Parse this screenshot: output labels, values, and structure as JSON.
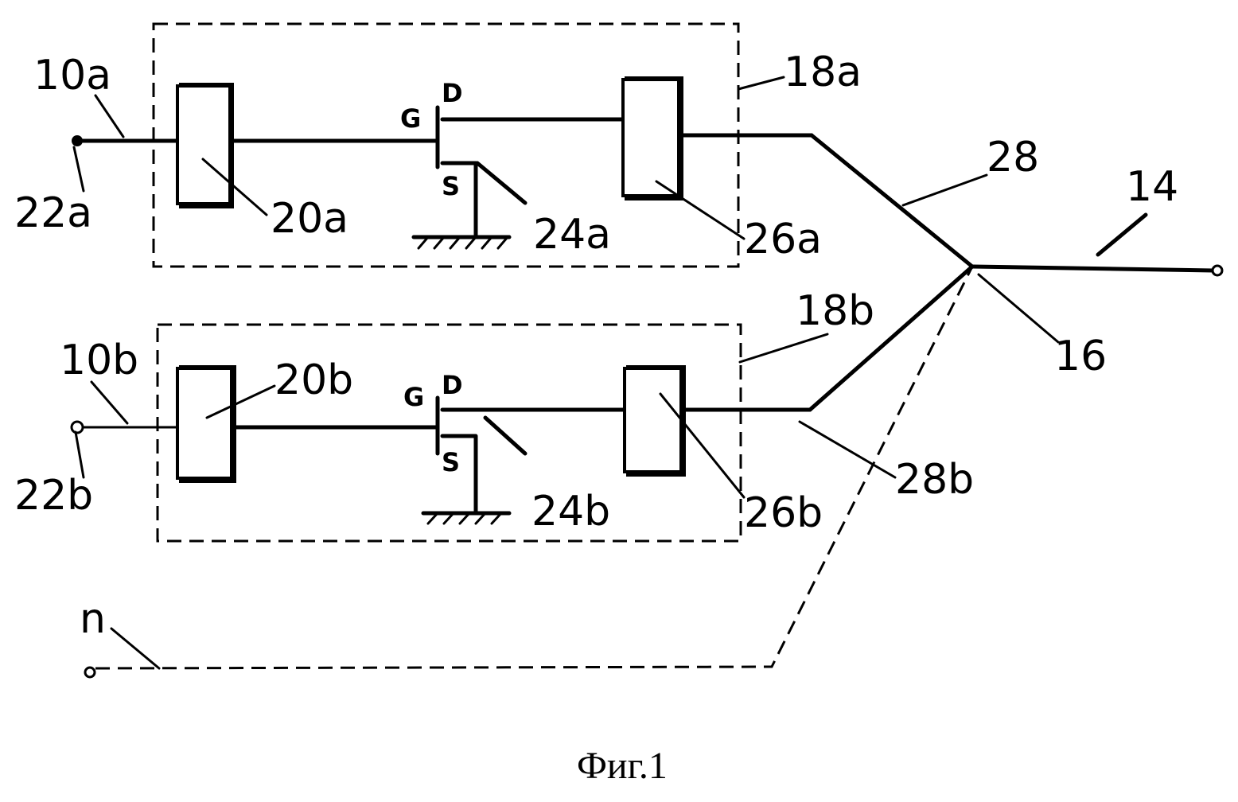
{
  "figure": {
    "caption": "Фиг.1",
    "labels": {
      "l10a": "10a",
      "l22a": "22a",
      "l20a": "20a",
      "l24a": "24a",
      "l26a": "26a",
      "l18a": "18a",
      "l28": "28",
      "l14": "14",
      "l16": "16",
      "l10b": "10b",
      "l22b": "22b",
      "l20b": "20b",
      "l24b": "24b",
      "l26b": "26b",
      "l18b": "18b",
      "l28b": "28b",
      "ln": "n"
    },
    "pins": {
      "g": "G",
      "d": "D",
      "s": "S"
    }
  }
}
